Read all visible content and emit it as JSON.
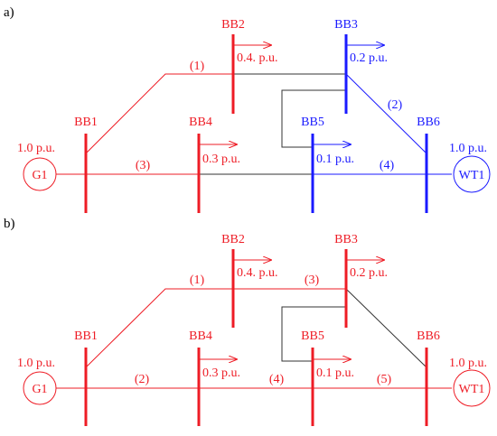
{
  "colors": {
    "red": "#ee1c25",
    "blue": "#1a1aff",
    "black": "#000000",
    "dark_line": "#333333"
  },
  "panels": [
    {
      "label": "a)",
      "busbars": {
        "bb1": "BB1",
        "bb2": "BB2",
        "bb3": "BB3",
        "bb4": "BB4",
        "bb5": "BB5",
        "bb6": "BB6"
      },
      "loads": {
        "bb2": "0.4. p.u.",
        "bb3": "0.2 p.u.",
        "bb4": "0.3 p.u.",
        "bb5": "0.1 p.u."
      },
      "lines": {
        "l1": "(1)",
        "l2": "(2)",
        "l3": "(3)",
        "l4": "(4)"
      },
      "gen": {
        "name": "G1",
        "value": "1.0 p.u."
      },
      "wind": {
        "name": "WT1",
        "value": "1.0 p.u."
      }
    },
    {
      "label": "b)",
      "busbars": {
        "bb1": "BB1",
        "bb2": "BB2",
        "bb3": "BB3",
        "bb4": "BB4",
        "bb5": "BB5",
        "bb6": "BB6"
      },
      "loads": {
        "bb2": "0.4. p.u.",
        "bb3": "0.2 p.u.",
        "bb4": "0.3 p.u.",
        "bb5": "0.1 p.u."
      },
      "lines": {
        "l1": "(1)",
        "l2": "(2)",
        "l3": "(3)",
        "l4": "(4)",
        "l5": "(5)"
      },
      "gen": {
        "name": "G1",
        "value": "1.0 p.u."
      },
      "wind": {
        "name": "WT1",
        "value": "1.0 p.u."
      }
    }
  ]
}
